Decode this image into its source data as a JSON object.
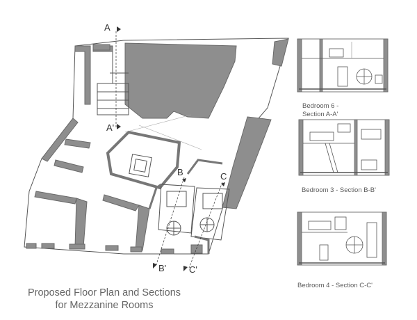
{
  "title": {
    "line1": "Proposed Floor Plan and Sections",
    "line2": "for Mezzanine Rooms"
  },
  "section_marks": {
    "a": "A",
    "a_prime": "A'",
    "b": "B",
    "b_prime": "B'",
    "c": "C",
    "c_prime": "C'"
  },
  "sections": [
    {
      "caption_line1": "Bedroom 6 -",
      "caption_line2": "Section A-A'"
    },
    {
      "caption": "Bedroom 3 - Section B-B'"
    },
    {
      "caption": "Bedroom 4 - Section C-C'"
    }
  ],
  "colors": {
    "wall_fill": "#8e8e8e",
    "wall_stroke": "#6a6a6a",
    "line": "#555555",
    "fine_line": "#aaaaaa"
  }
}
